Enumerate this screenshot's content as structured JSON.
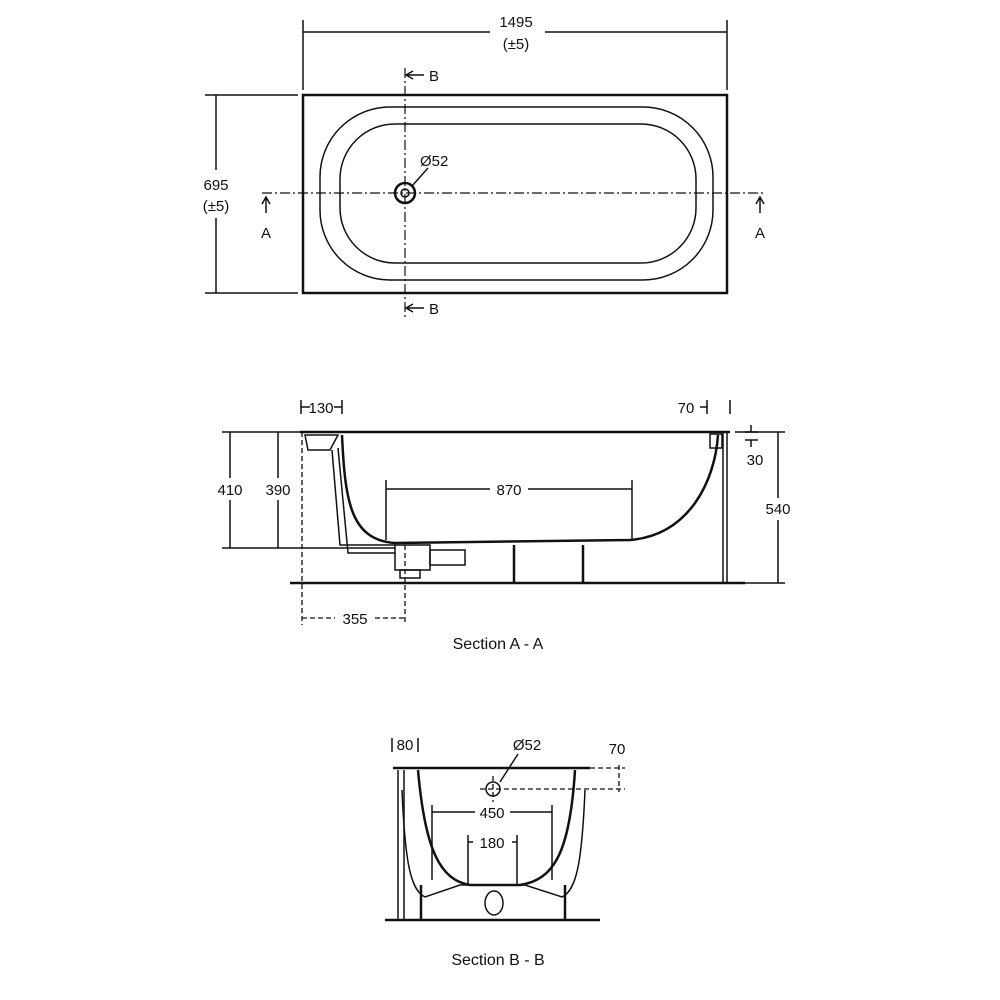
{
  "top_view": {
    "length": "1495",
    "length_tol": "(±5)",
    "width": "695",
    "width_tol": "(±5)",
    "drain_dia": "Ø52",
    "section_a": "A",
    "section_b": "B"
  },
  "section_aa": {
    "title": "Section A - A",
    "rim_left": "130",
    "rim_right": "70",
    "rim_thickness": "30",
    "depth_outer": "410",
    "depth_inner": "390",
    "height_total": "540",
    "base_length": "870",
    "drain_offset": "355"
  },
  "section_bb": {
    "title": "Section B - B",
    "rim": "80",
    "overflow_dia": "Ø52",
    "overflow_height": "70",
    "base_width": "450",
    "leg_spacing": "180"
  }
}
